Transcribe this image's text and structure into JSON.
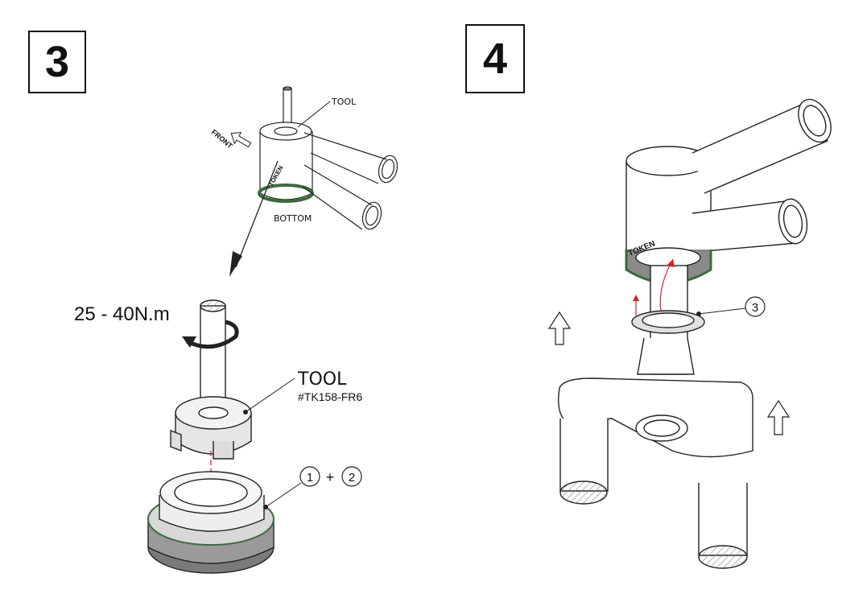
{
  "panels": [
    {
      "step_number": "3",
      "labels": {
        "tool_top": "TOOL",
        "front": "FRONT",
        "bottom": "BOTTOM",
        "torque": "25 - 40N.m",
        "tool": "TOOL",
        "tool_part": "#TK158-FR6",
        "callout_1": "1",
        "plus": "+",
        "callout_2": "2"
      },
      "frame_logo": "TOKEN"
    },
    {
      "step_number": "4",
      "labels": {
        "callout_3": "3"
      },
      "frame_logo": "TOKEN"
    }
  ],
  "icons": [
    "up-arrow-icon",
    "front-arrow-icon",
    "rotation-arrow-icon"
  ],
  "colors": {
    "line": "#222222",
    "accent_red": "#d61f26",
    "bearing_green": "#3a6b3a",
    "hatch": "#888888"
  }
}
